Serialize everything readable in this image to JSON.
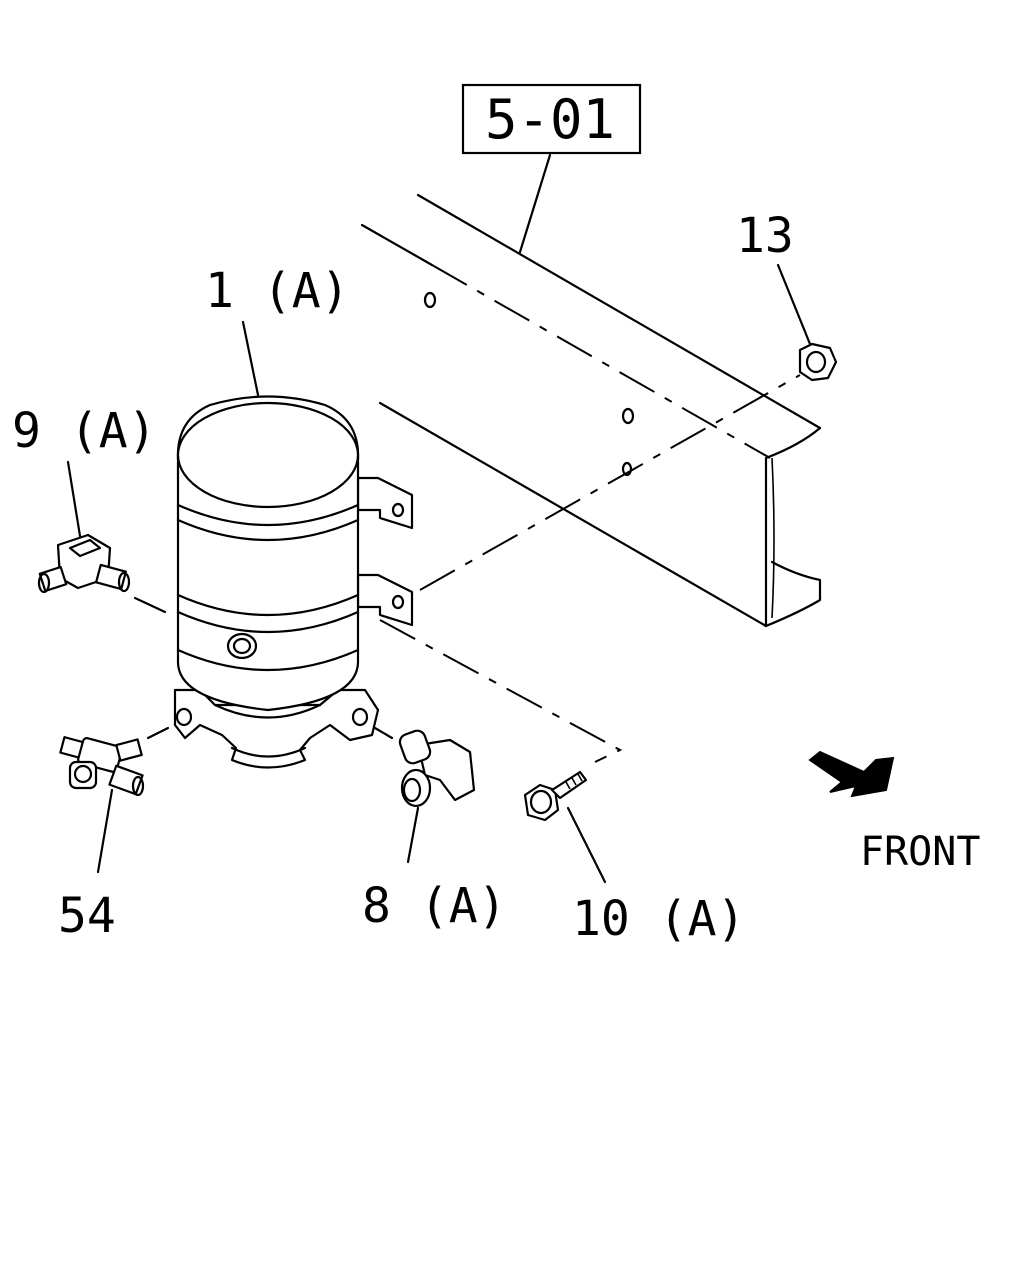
{
  "callouts": {
    "frame_ref": "5-01",
    "nut": "13",
    "air_dryer": "1 (A)",
    "fitting_9": "9 (A)",
    "tee_fitting": "54",
    "elbow_fitting": "8 (A)",
    "bolt": "10 (A)"
  },
  "direction": {
    "label": "FRONT"
  }
}
